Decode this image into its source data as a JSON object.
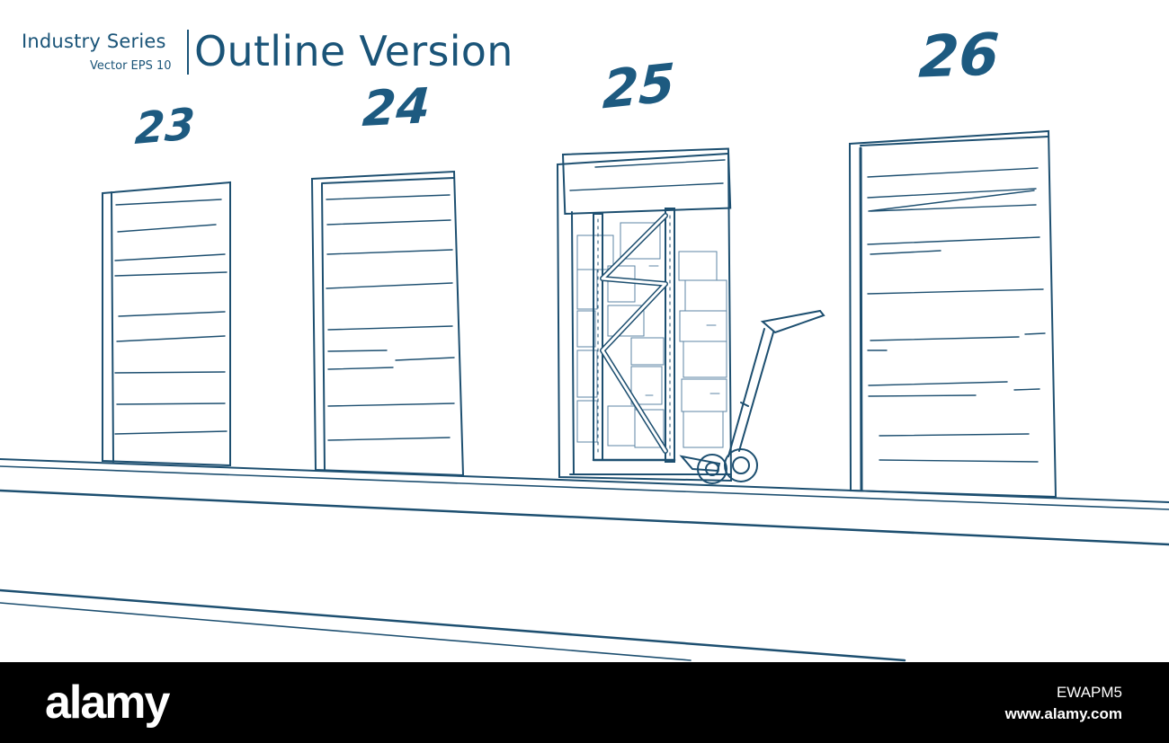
{
  "header": {
    "series": "Industry Series",
    "format": "Vector EPS 10",
    "title": "Outline Version"
  },
  "docks": [
    {
      "number": "23",
      "state": "closed"
    },
    {
      "number": "24",
      "state": "closed"
    },
    {
      "number": "25",
      "state": "open"
    },
    {
      "number": "26",
      "state": "closed"
    }
  ],
  "footer": {
    "logo": "alamy",
    "image_code": "EWAPM5",
    "site": "www.alamy.com"
  },
  "colors": {
    "stroke": "#1d4f70",
    "text": "#1a5478",
    "background": "#ffffff",
    "footer": "#000000"
  }
}
